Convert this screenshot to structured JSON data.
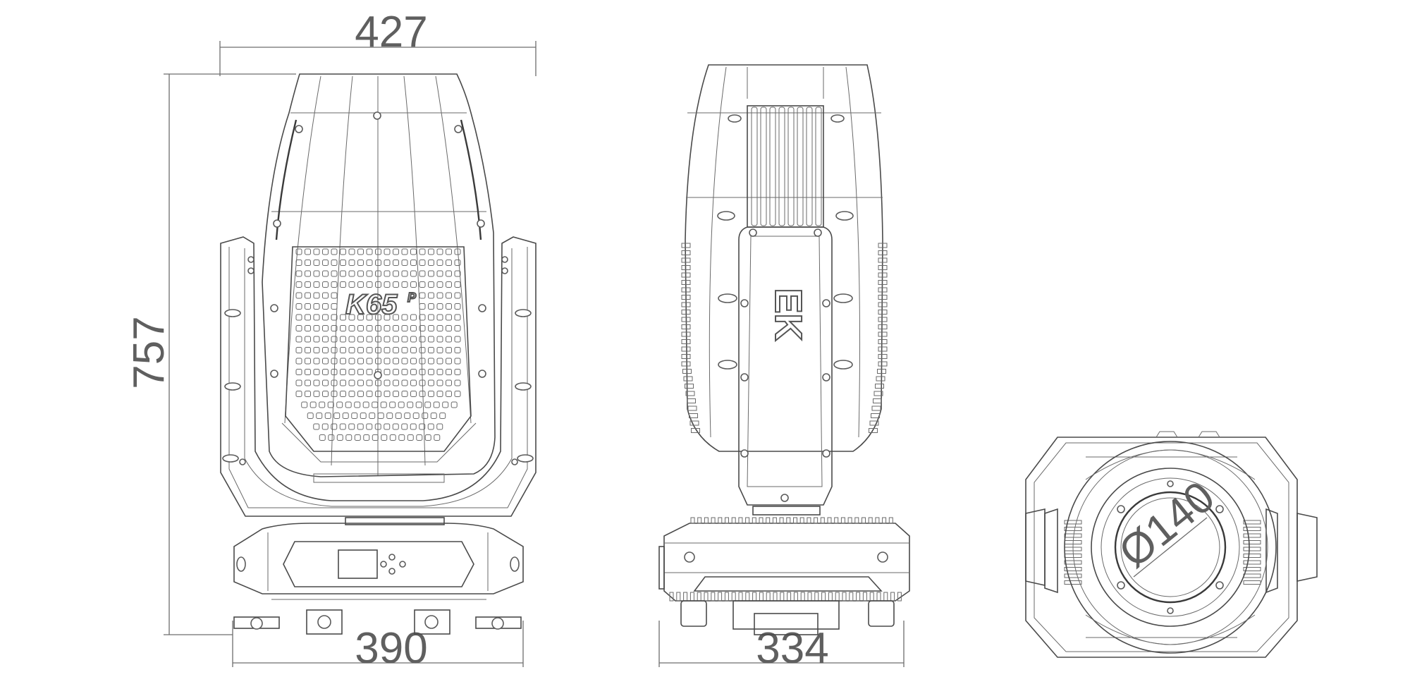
{
  "dimensions": {
    "front_width": "427",
    "height": "757",
    "base_width": "390",
    "side_width": "334",
    "lens_diameter": "Ø140"
  },
  "labels": {
    "front_logo": "K65",
    "front_logo_sup": "P",
    "side_logo": "EK"
  },
  "colors": {
    "line": "#4a4a4a",
    "dimension": "#6d6d6d",
    "background": "#ffffff"
  }
}
